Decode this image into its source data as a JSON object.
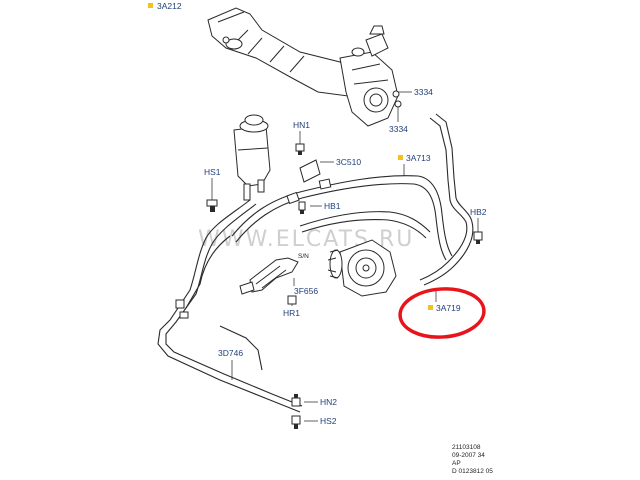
{
  "colors": {
    "label_text": "#23407a",
    "marker": "#f2c21b",
    "highlight_circle": "#e8141b",
    "line_art": "#2a2a2a",
    "watermark": "#cfcfcf"
  },
  "watermark": "WWW.ELCATS.RU",
  "labels": {
    "steering_gear": "3A212",
    "pump_hose_top": "3334",
    "pump_hose_bottom": "3334",
    "pressure_hose": "3A713",
    "bracket": "3C510",
    "hn1": "HN1",
    "hs1": "HS1",
    "hb1": "HB1",
    "hb2": "HB2",
    "return_hose": "3A719",
    "pulley": "3F656",
    "hr1": "HR1",
    "cooler": "3D746",
    "hn2": "HN2",
    "hs2": "HS2",
    "pump_tag": "S/N"
  },
  "stamp": {
    "line1": "21103108",
    "line2": "09-2007 34",
    "line3": "AP",
    "line4": "D 0123812 05"
  }
}
